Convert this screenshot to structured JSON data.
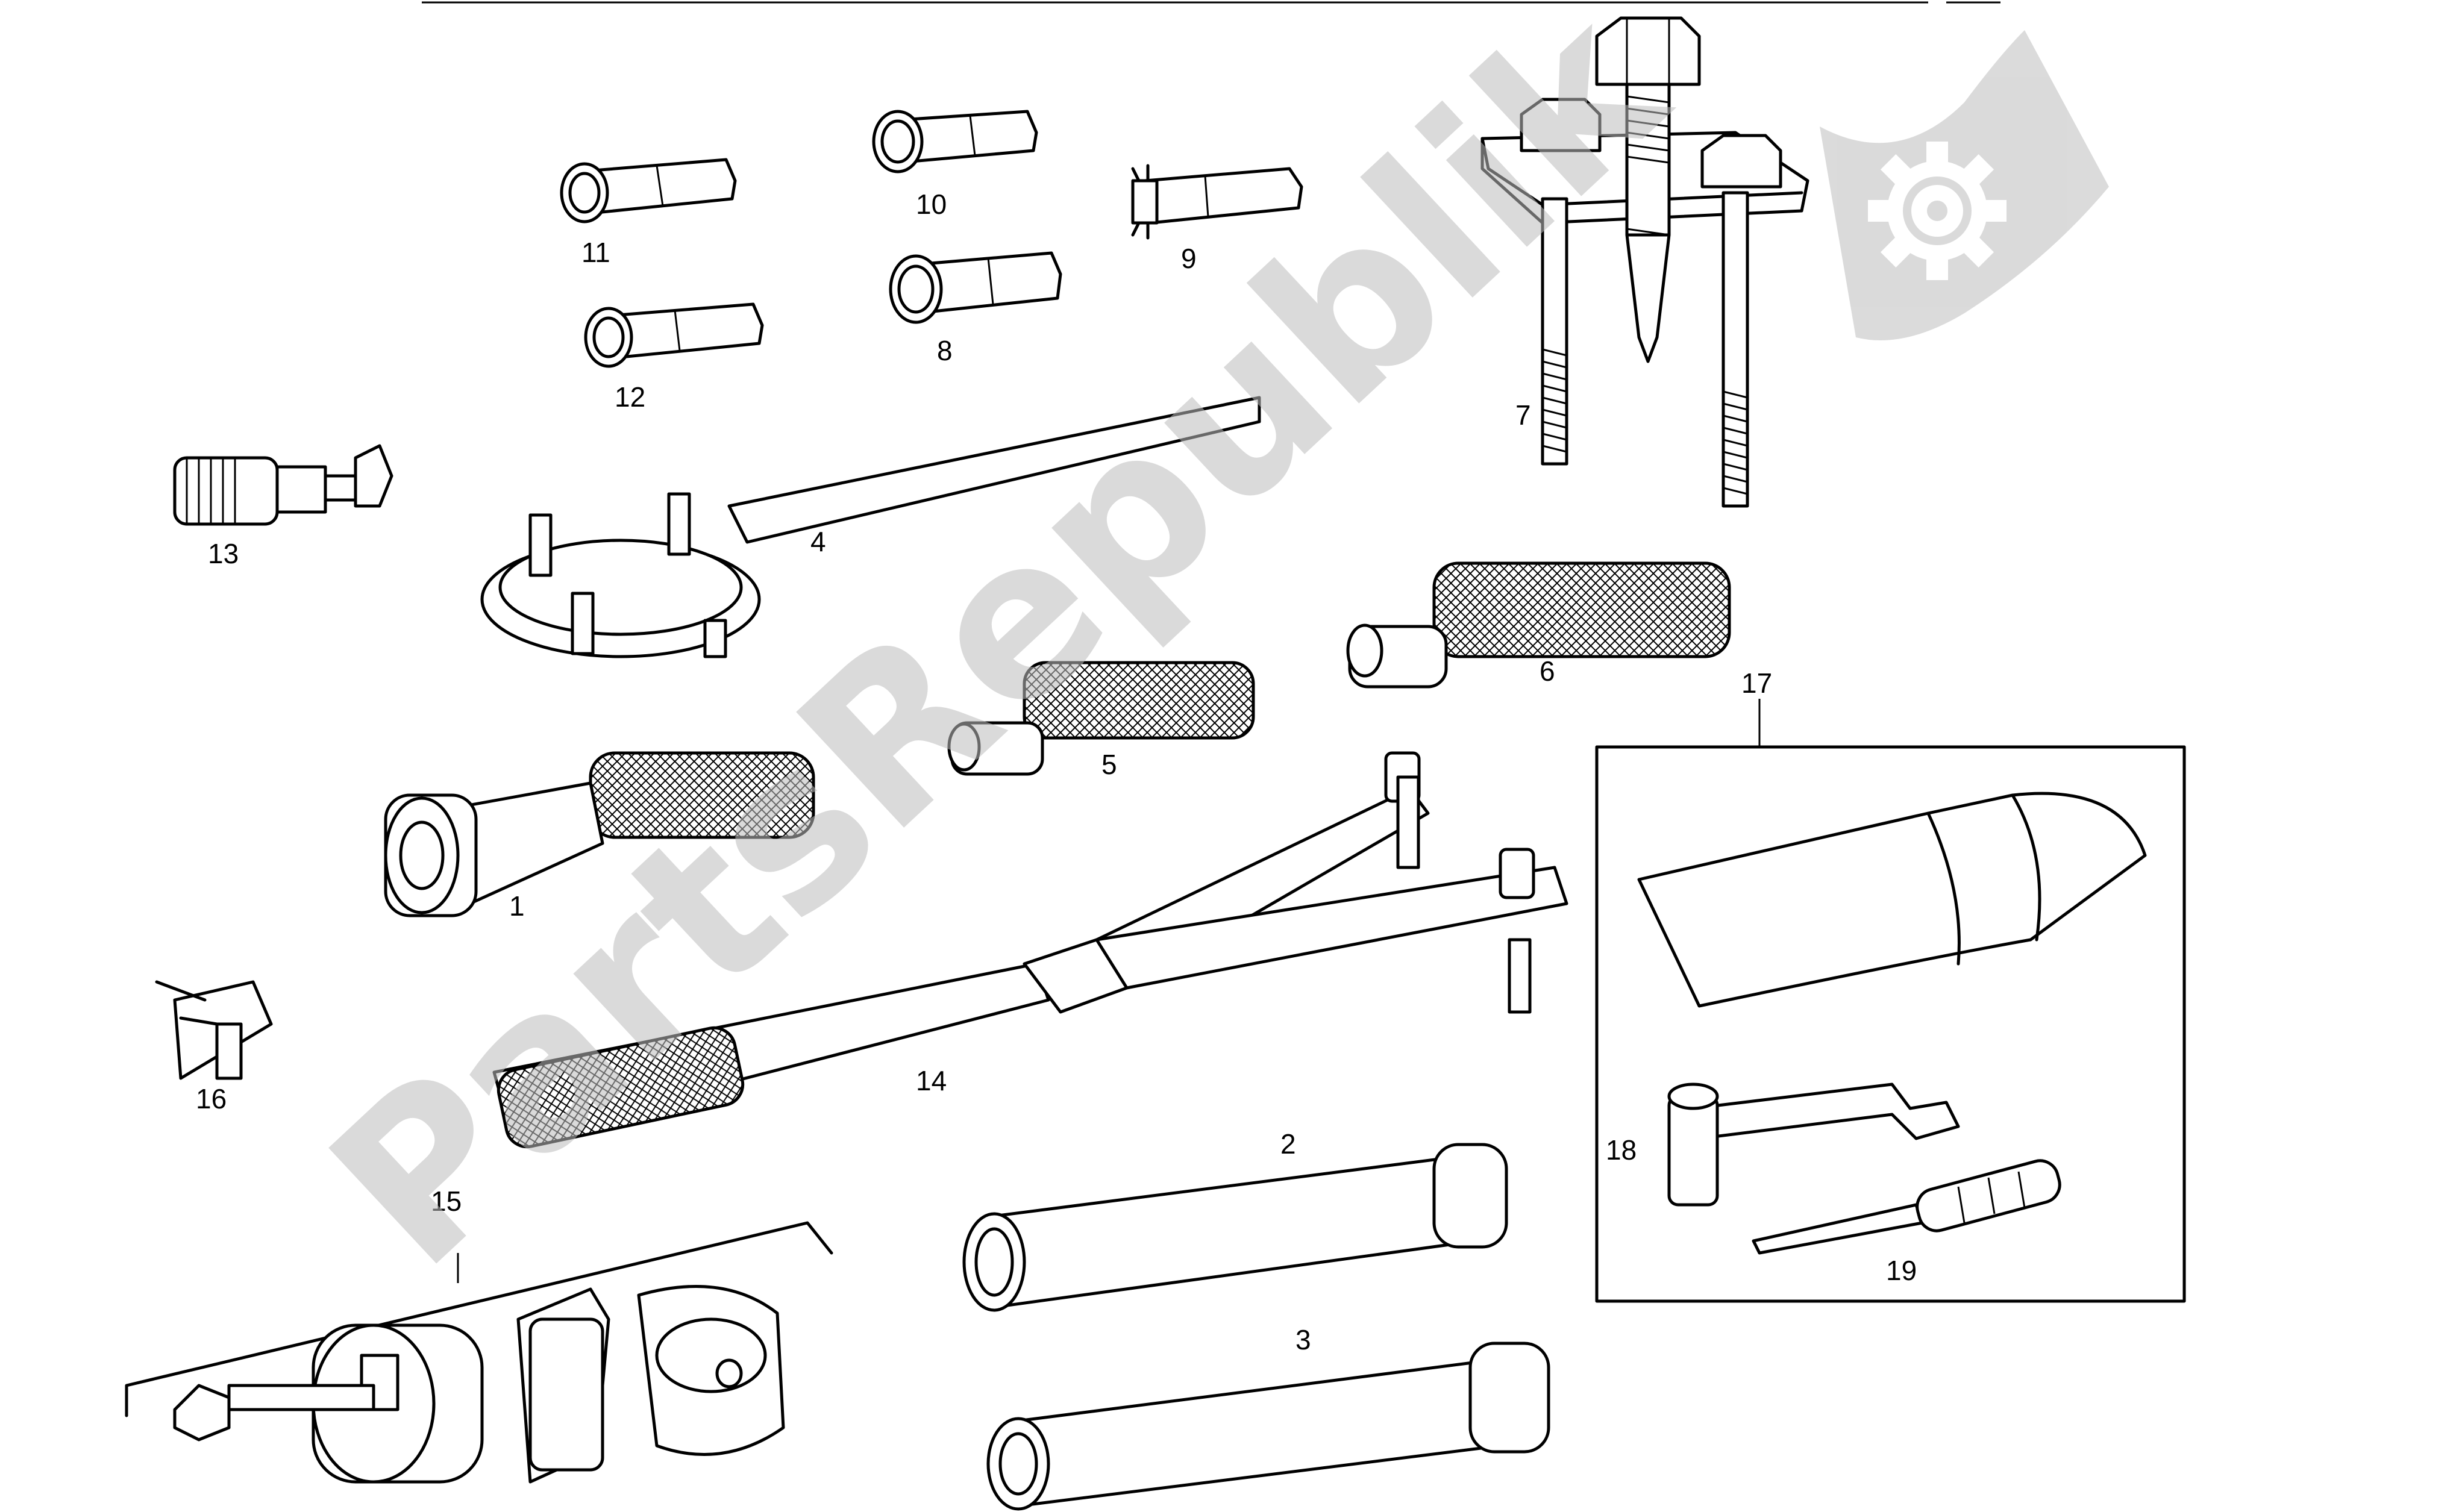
{
  "watermark": {
    "text": "PartsRepublik",
    "color": "#bdbdbd",
    "logo": "flag-gear-icon"
  },
  "parts": [
    {
      "ref": "1"
    },
    {
      "ref": "2"
    },
    {
      "ref": "3"
    },
    {
      "ref": "4"
    },
    {
      "ref": "5"
    },
    {
      "ref": "6"
    },
    {
      "ref": "7"
    },
    {
      "ref": "8"
    },
    {
      "ref": "9"
    },
    {
      "ref": "10"
    },
    {
      "ref": "11"
    },
    {
      "ref": "12"
    },
    {
      "ref": "13"
    },
    {
      "ref": "14"
    },
    {
      "ref": "15"
    },
    {
      "ref": "16"
    },
    {
      "ref": "17"
    },
    {
      "ref": "18"
    },
    {
      "ref": "19"
    }
  ]
}
